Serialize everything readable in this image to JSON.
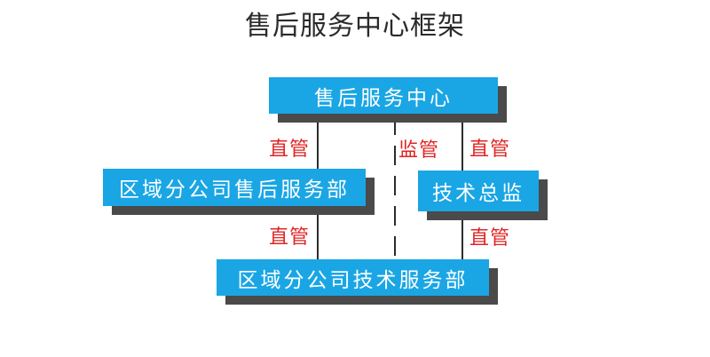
{
  "title": "售后服务中心框架",
  "nodes": {
    "center": "售后服务中心",
    "regional_aftersales": "区域分公司售后服务部",
    "director": "技术总监",
    "regional_tech": "区域分公司技术服务部"
  },
  "edge_labels": {
    "center_to_regional": "直管",
    "supervise": "监管",
    "center_to_director": "直管",
    "regional_to_tech": "直管",
    "director_to_tech": "直管"
  },
  "colors": {
    "node_fill": "#1aa6e4",
    "node_shadow": "#4a4a4a",
    "label_red": "#e02424",
    "line": "#2b2b2b"
  }
}
